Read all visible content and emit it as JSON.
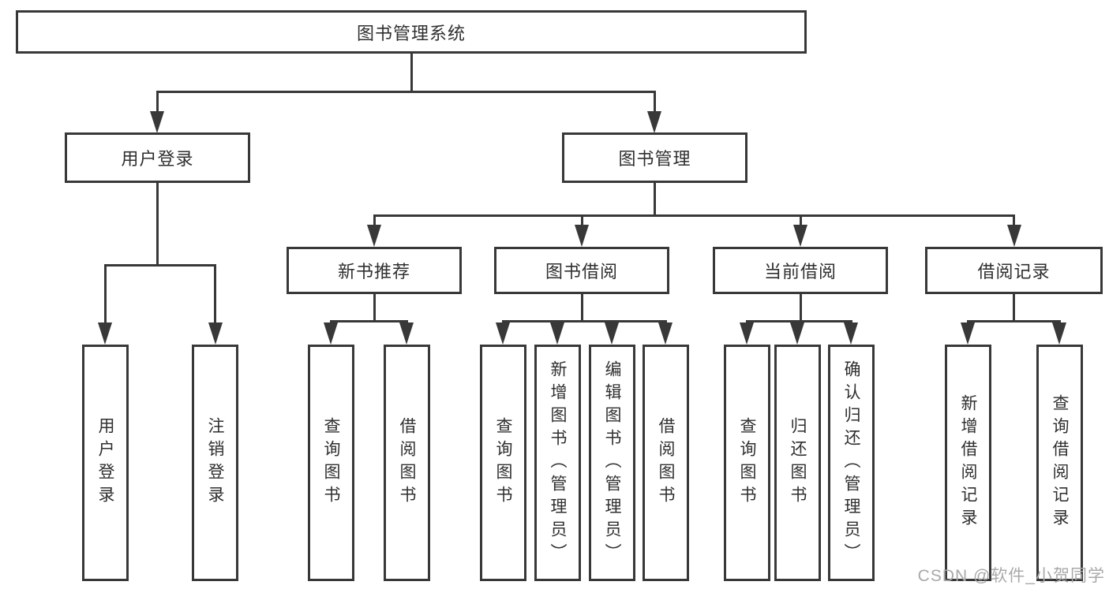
{
  "diagram": {
    "title": "图书管理系统",
    "colors": {
      "line": "#383838",
      "text": "#2f2f2f",
      "background": "#ffffff",
      "watermark": "#a9a9a9"
    },
    "nodes": {
      "root": {
        "label": "图书管理系统"
      },
      "login": {
        "label": "用户登录"
      },
      "manage": {
        "label": "图书管理"
      },
      "recommend": {
        "label": "新书推荐"
      },
      "borrow": {
        "label": "图书借阅"
      },
      "current": {
        "label": "当前借阅"
      },
      "records": {
        "label": "借阅记录"
      },
      "login_user": {
        "label": "用户登录"
      },
      "login_logout": {
        "label": "注销登录"
      },
      "rec_query": {
        "label": "查询图书"
      },
      "rec_borrow": {
        "label": "借阅图书"
      },
      "bor_query": {
        "label": "查询图书"
      },
      "bor_add": {
        "label": "新增图书（管理员）"
      },
      "bor_edit": {
        "label": "编辑图书（管理员）"
      },
      "bor_borrow": {
        "label": "借阅图书"
      },
      "cur_query": {
        "label": "查询图书"
      },
      "cur_return": {
        "label": "归还图书"
      },
      "cur_confirm": {
        "label": "确认归还（管理员）"
      },
      "rec2_add": {
        "label": "新增借阅记录"
      },
      "rec2_query": {
        "label": "查询借阅记录"
      }
    },
    "watermark": "CSDN @软件_小贺同学"
  }
}
